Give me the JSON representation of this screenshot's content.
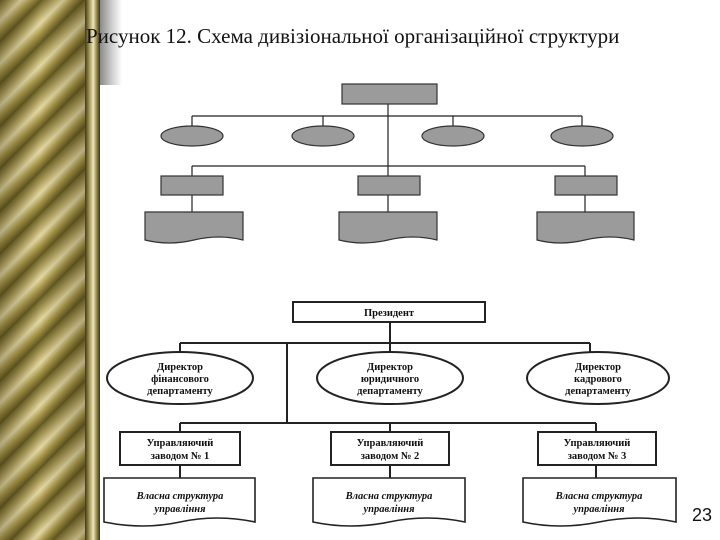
{
  "title": "Рисунок 12. Схема дивізіональної організаційної структури",
  "page_number": "23",
  "diagram": {
    "president": "Президент",
    "directors": [
      {
        "line1": "Директор",
        "line2": "фінансового",
        "line3": "департаменту"
      },
      {
        "line1": "Директор",
        "line2": "юридичного",
        "line3": "департаменту"
      },
      {
        "line1": "Директор",
        "line2": "кадрового",
        "line3": "департаменту"
      }
    ],
    "plants": [
      {
        "line1": "Управляючий",
        "line2": "заводом № 1"
      },
      {
        "line1": "Управляючий",
        "line2": "заводом № 2"
      },
      {
        "line1": "Управляючий",
        "line2": "заводом № 3"
      }
    ],
    "structures": [
      {
        "line1": "Власна структура",
        "line2": "управління"
      },
      {
        "line1": "Власна структура",
        "line2": "управління"
      },
      {
        "line1": "Власна структура",
        "line2": "управління"
      }
    ]
  },
  "colors": {
    "shape_fill": "#9b9b9b",
    "border_gold": "#b8a868"
  }
}
